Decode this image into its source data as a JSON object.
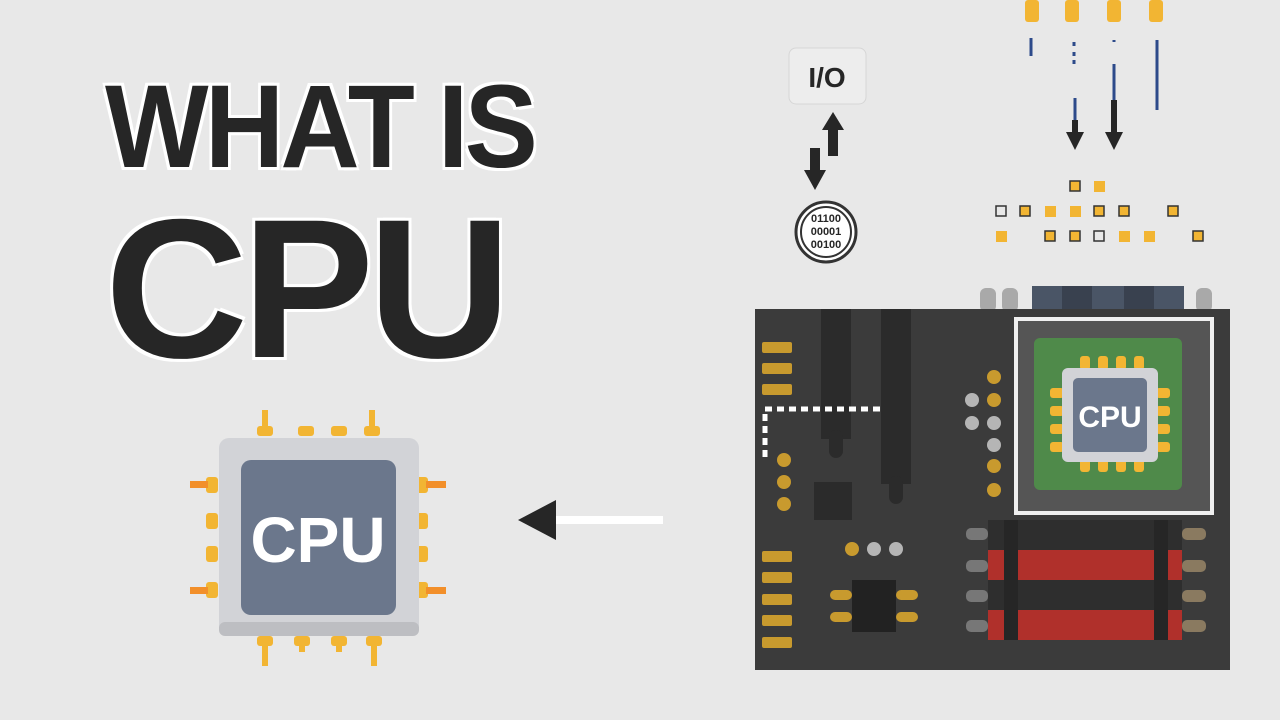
{
  "title": {
    "line1": "WHAT IS",
    "line2": "CPU"
  },
  "chip": {
    "label": "CPU"
  },
  "board": {
    "cpu_label": "CPU"
  },
  "io": {
    "label": "I/O"
  },
  "binary": {
    "lines": [
      "01100",
      "00001",
      "00100"
    ]
  },
  "colors": {
    "background": "#e8e8e8",
    "title": "#262626",
    "chip_body": "#d2d3d7",
    "chip_core": "#6b778c",
    "pin": "#f2b533",
    "pin_orange": "#f28f2a",
    "board": "#3b3b3b",
    "ram_red": "#b0302b",
    "socket_green": "#4f8a4a"
  },
  "icons": [
    "arrow-left-icon",
    "io-up-arrow-icon",
    "io-down-arrow-icon",
    "binary-disc-icon",
    "cpu-chip-icon",
    "motherboard-icon"
  ]
}
